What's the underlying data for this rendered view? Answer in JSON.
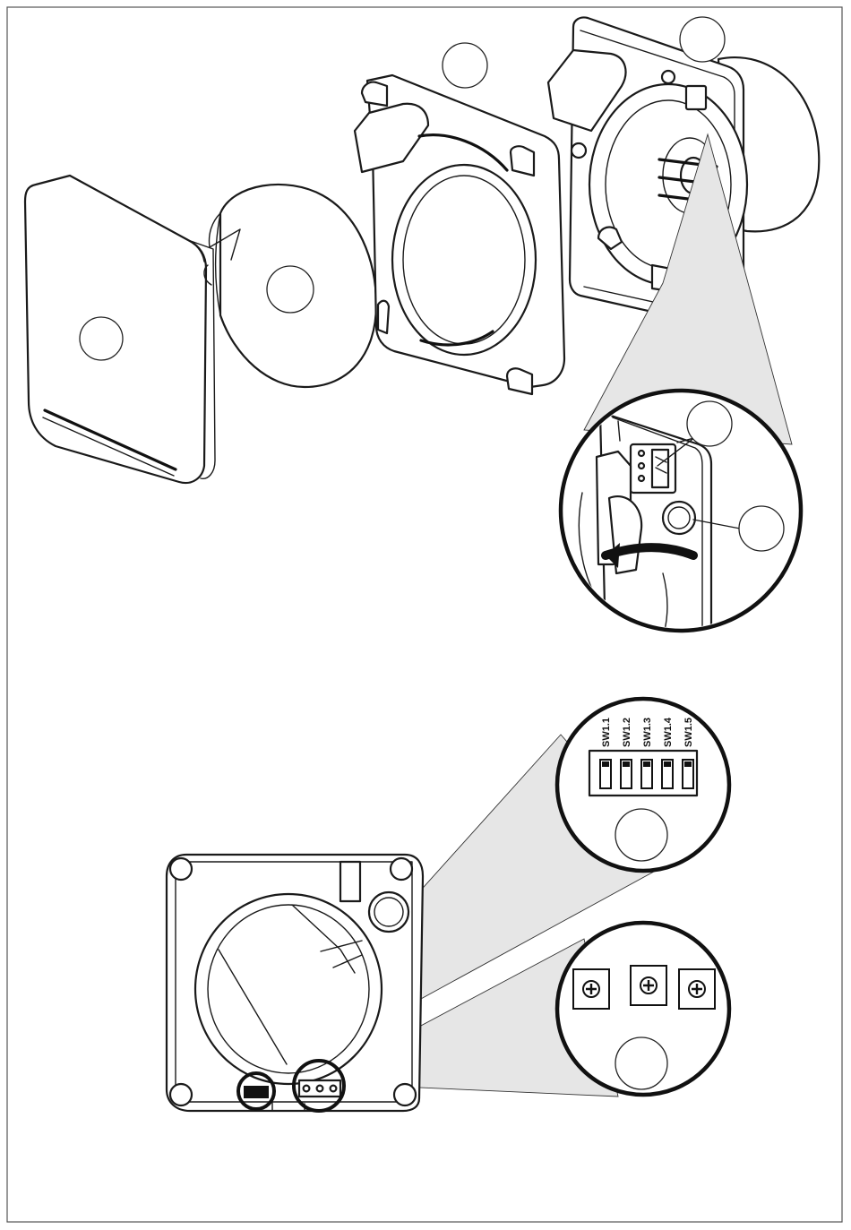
{
  "dip_switch": {
    "labels": [
      "SW1.1",
      "SW1.2",
      "SW1.3",
      "SW1.4",
      "SW1.5"
    ]
  },
  "terminals": {
    "count": 3
  },
  "callouts": [
    {
      "id": "front-cover"
    },
    {
      "id": "damper-cylinder"
    },
    {
      "id": "frame"
    },
    {
      "id": "fan-housing"
    },
    {
      "id": "terminal-detail"
    },
    {
      "id": "grommet-detail"
    },
    {
      "id": "dip-switch-detail"
    },
    {
      "id": "trimmer-detail"
    }
  ],
  "colors": {
    "line": "#1a1a1a",
    "zoom_cone": "#e6e6e6",
    "background": "#ffffff"
  }
}
